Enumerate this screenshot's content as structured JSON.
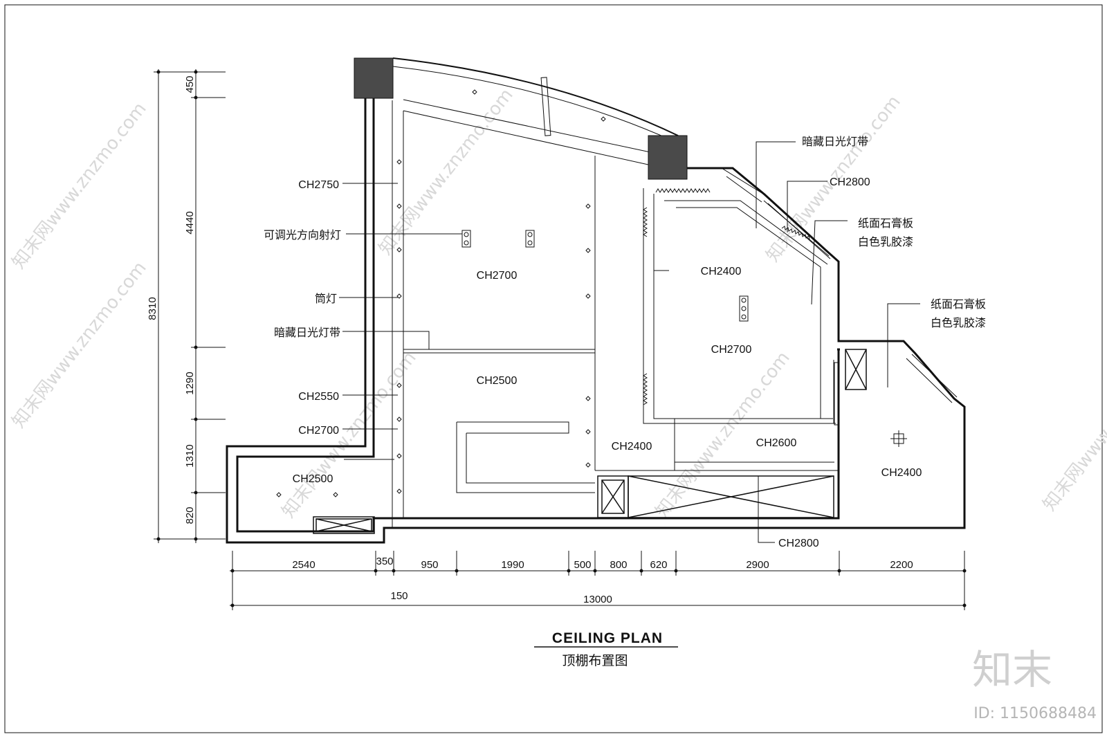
{
  "title": {
    "english": "CEILING PLAN",
    "chinese": "顶棚布置图"
  },
  "labels": {
    "left_ch2750": "CH2750",
    "left_spotlight": "可调光方向射灯",
    "left_downlight": "筒灯",
    "left_cove": "暗藏日光灯带",
    "left_ch2550": "CH2550",
    "left_ch2700": "CH2700",
    "room_ch2700_main": "CH2700",
    "room_ch2500_main": "CH2500",
    "room_ch2500_corner": "CH2500",
    "room_ch2400_center": "CH2400",
    "room_ch2400_right": "CH2400",
    "room_ch2700_right": "CH2700",
    "room_ch2600": "CH2600",
    "room_ch2400_far": "CH2400",
    "right_cove": "暗藏日光灯带",
    "right_ch2800": "CH2800",
    "right_gypsum_a1": "纸面石膏板",
    "right_gypsum_a2": "白色乳胶漆",
    "right_gypsum_b1": "纸面石膏板",
    "right_gypsum_b2": "白色乳胶漆",
    "bottom_ch2800": "CH2800"
  },
  "dimensions": {
    "vertical_total": "8310",
    "vertical": [
      "450",
      "4440",
      "1290",
      "1310",
      "820"
    ],
    "horizontal": [
      "2540",
      "350",
      "950",
      "1990",
      "500",
      "800",
      "620",
      "2900",
      "2200"
    ],
    "horizontal_offset": "150",
    "horizontal_total": "13000"
  },
  "watermark": {
    "text": "知末网www.znzmo.com",
    "logo": "知末",
    "image_id": "ID: 1150688484"
  },
  "colors": {
    "line": "#111111",
    "column_fill": "#4a4a4a",
    "watermark": "#d8d8d8"
  }
}
